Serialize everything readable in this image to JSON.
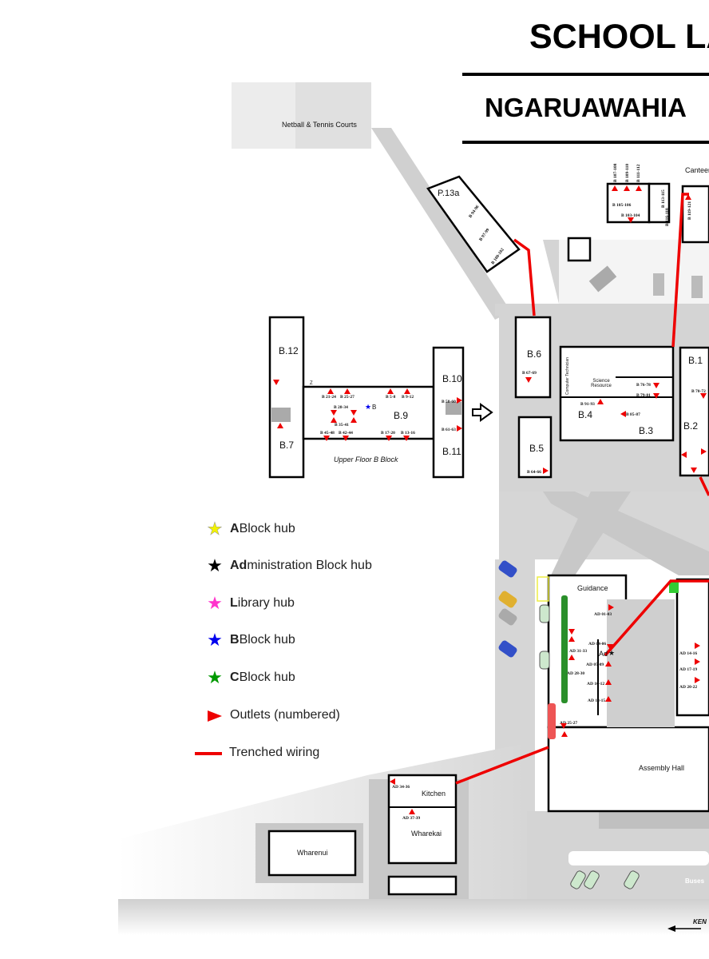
{
  "header": {
    "title": "SCHOOL LA",
    "subtitle": "NGARUAWAHIA"
  },
  "areas": {
    "courts": "Netball & Tennis Courts",
    "canteen": "Canteen",
    "p13a": "P.13a",
    "guidance": "Guidance",
    "assembly_hall": "Assembly Hall",
    "kitchen": "Kitchen",
    "wharekai": "Wharekai",
    "wharenui": "Wharenui",
    "buses": "Buses",
    "street": "KEN"
  },
  "upper_floor": {
    "caption": "Upper Floor B Block",
    "rooms": [
      "B.12",
      "B.7",
      "B.9",
      "B.10",
      "B.11"
    ],
    "hub_label": "B",
    "z_mark": "Z",
    "outlets": [
      "B 21-24",
      "B 25-27",
      "B 28-34",
      "B 35-41",
      "B 5-8",
      "B 9-12",
      "B 45-48",
      "B 42-44",
      "B 17-20",
      "B 13-16",
      "B 58-60",
      "B 61-63"
    ]
  },
  "a_block": {
    "rooms": [
      "B.6",
      "B.5",
      "B.4",
      "B.3",
      "B.1",
      "B.2"
    ],
    "computer_technician": "Computer Technician",
    "science_resource": "Science Resource",
    "outlets": [
      "B 67-69",
      "B 64-66",
      "B 91-93",
      "B 85-87",
      "B 76-78",
      "B 79-81",
      "B 70-72",
      "B 94-96",
      "B 97-99",
      "B 100-102",
      "B 107-108",
      "B 109-110",
      "B 111-112",
      "B 105-106",
      "B 103-104",
      "B 113-115",
      "B 116-118",
      "B 119-121"
    ]
  },
  "admin_block": {
    "hub_label": "Ad",
    "outlets": [
      "AD 01-03",
      "AD 04-06",
      "AD 31-33",
      "AD 07-09",
      "AD 28-30",
      "AD 10-12",
      "AD 13-15",
      "AD 25-27",
      "AD 14-16",
      "AD 17-19",
      "AD 20-22",
      "AD 34-36",
      "AD 37-39"
    ]
  },
  "legend": [
    {
      "bold": "A",
      "text": " Block hub",
      "icon": "star-icon",
      "color": "#f2f200"
    },
    {
      "bold": "Ad",
      "text": "ministration Block hub",
      "icon": "star-icon",
      "color": "#000000"
    },
    {
      "bold": "L",
      "text": "ibrary hub",
      "icon": "star-icon",
      "color": "#ff33cc"
    },
    {
      "bold": "B",
      "text": " Block hub",
      "icon": "star-icon",
      "color": "#0000ee"
    },
    {
      "bold": "C",
      "text": " Block hub",
      "icon": "star-icon",
      "color": "#009900"
    },
    {
      "bold": "",
      "text": "Outlets (numbered)",
      "icon": "triangle-icon",
      "color": "#ee0000"
    },
    {
      "bold": "",
      "text": "Trenched wiring",
      "icon": "line-icon",
      "color": "#ee0000"
    }
  ]
}
